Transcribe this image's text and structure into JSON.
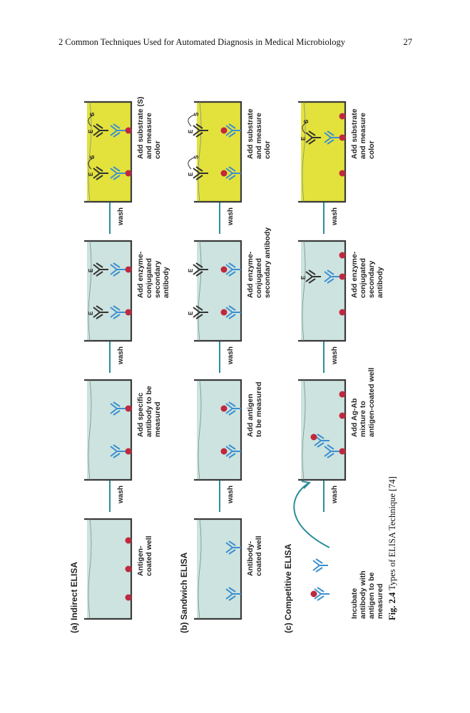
{
  "header": {
    "chapter_title": "2 Common Techniques Used for Automated Diagnosis in Medical Microbiology",
    "page_number": "27"
  },
  "figure": {
    "rows": [
      {
        "title": "(a) Indirect ELISA",
        "steps": [
          {
            "caption": [
              "Antigen-",
              "coated well"
            ]
          },
          {
            "caption": [
              "Add specific",
              "antibody to be",
              "measured"
            ]
          },
          {
            "caption": [
              "Add enzyme-",
              "conjugated",
              "secondary",
              "antibody"
            ]
          },
          {
            "caption": [
              "Add substrate (S)",
              "and measure",
              "color"
            ]
          }
        ]
      },
      {
        "title": "(b) Sandwich ELISA",
        "steps": [
          {
            "caption": [
              "Antibody-",
              "coated well"
            ]
          },
          {
            "caption": [
              "Add antigen",
              "to be measured"
            ]
          },
          {
            "caption": [
              "Add enzyme-",
              "conjugated",
              "secondary antibody"
            ]
          },
          {
            "caption": [
              "Add substrate",
              "and measure",
              "color"
            ]
          }
        ]
      },
      {
        "title": "(c) Competitive ELISA",
        "steps": [
          {
            "caption": [
              "Incubate",
              "antibody with",
              "antigen to be",
              "measured"
            ]
          },
          {
            "caption": [
              "Add Ag-Ab",
              "mixture to",
              "antigen-coated well"
            ]
          },
          {
            "caption": [
              "Add enzyme-",
              "conjugated",
              "secondary",
              "antibody"
            ]
          },
          {
            "caption": [
              "Add substrate",
              "and measure",
              "color"
            ]
          }
        ]
      }
    ],
    "wash_label": "wash",
    "enzyme_letter": "E",
    "substrate_letter": "S",
    "colors": {
      "well_fill": "#cde3df",
      "well_outline": "#3a3a3a",
      "substrate_fill": "#e3e23c",
      "antigen": "#c0283e",
      "antibody": "#3c8fd0",
      "arrow": "#2c8d9a",
      "text": "#222222"
    }
  },
  "caption": {
    "label": "Fig. 2.4",
    "text": "Types of ELISA Technique [74]"
  }
}
